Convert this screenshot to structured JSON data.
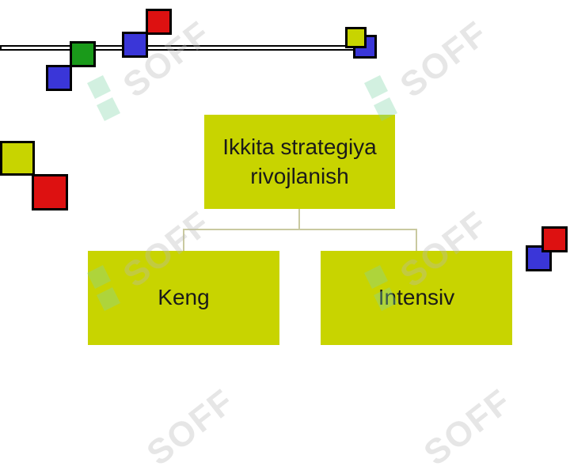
{
  "diagram": {
    "root": {
      "label": "Ikkita strategiya rivojlanish"
    },
    "children": [
      {
        "label": "Keng"
      },
      {
        "label": "Intensiv"
      }
    ]
  },
  "colors": {
    "box_fill": "#c8d400",
    "connector": "#c9c9a0",
    "square_red": "#dd1111",
    "square_blue": "#3a36d8",
    "square_green": "#1a9a1a",
    "square_yellow": "#c8d400",
    "watermark_green": "#7fd6a8"
  },
  "watermark": {
    "text": "SOFF"
  }
}
